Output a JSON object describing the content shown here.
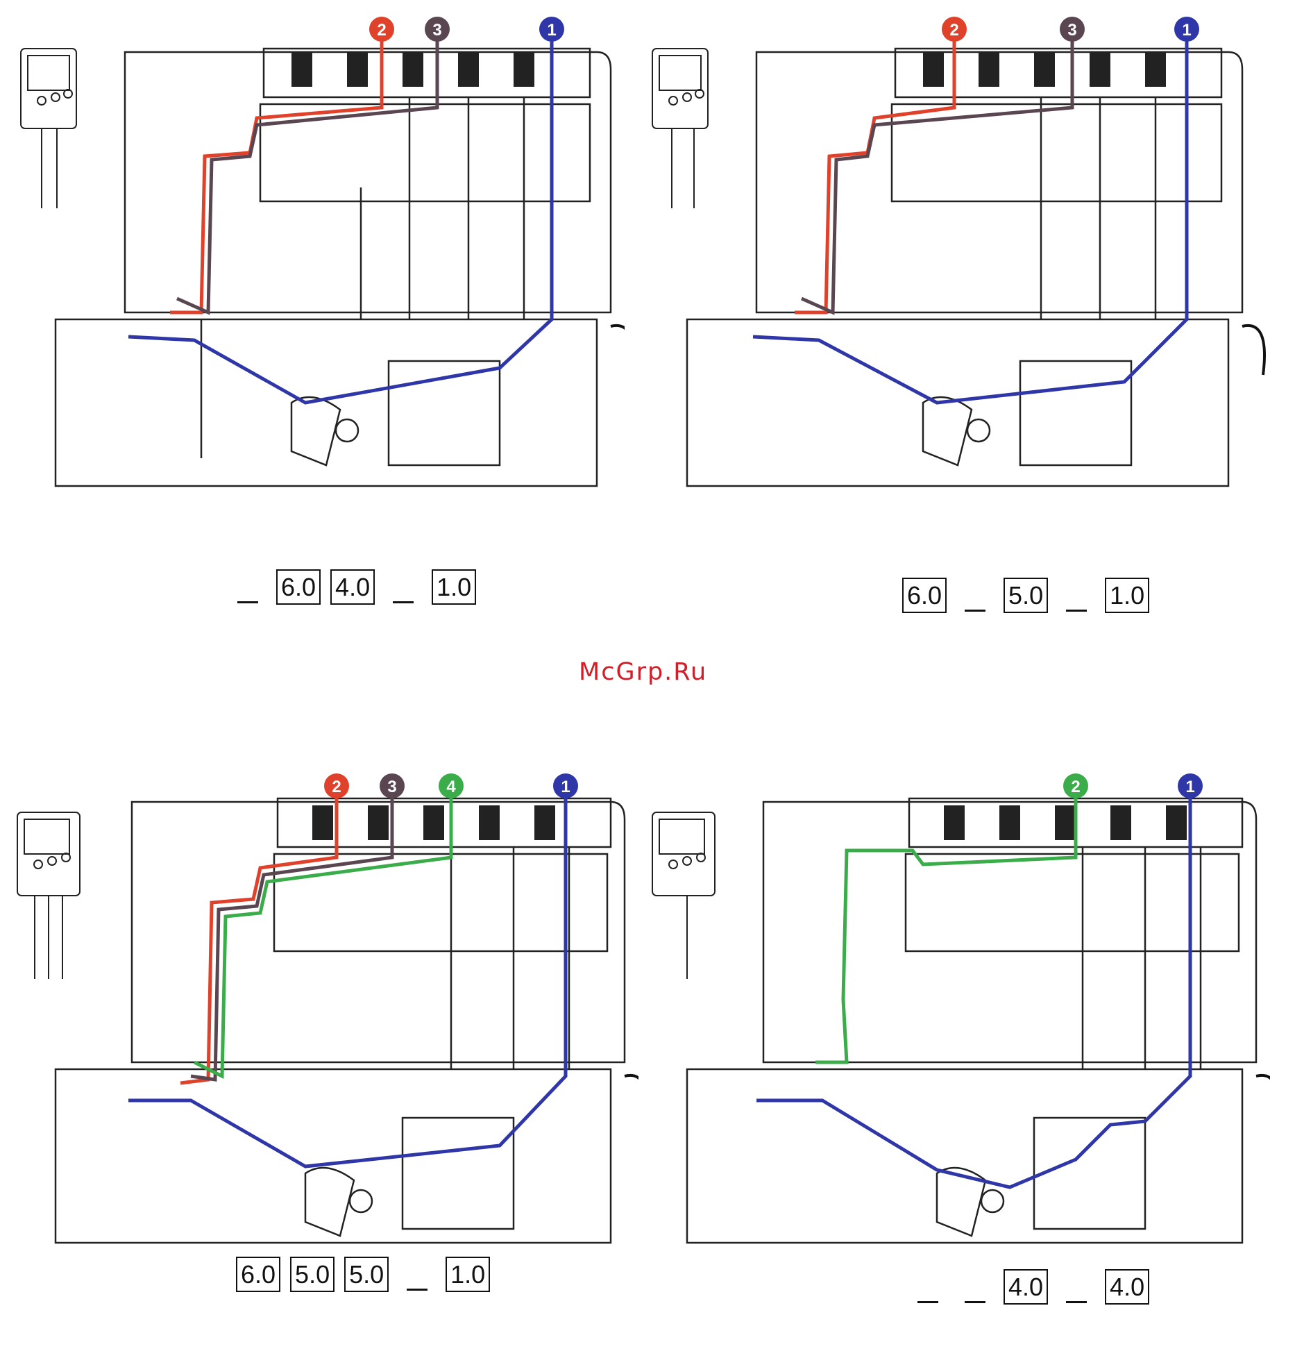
{
  "watermark": "McGrp.Ru",
  "colors": {
    "thread_red": "#e0412b",
    "thread_dark": "#5a4650",
    "thread_blue": "#2e36a8",
    "thread_green": "#3aac4a",
    "outline": "#222222"
  },
  "panels": [
    {
      "spools": [
        {
          "label": "2",
          "color": "#e0412b"
        },
        {
          "label": "3",
          "color": "#5a4650"
        },
        {
          "label": "1",
          "color": "#2e36a8"
        }
      ],
      "needles": 2,
      "tension": [
        "_",
        "6.0",
        "4.0",
        "_",
        "1.0"
      ]
    },
    {
      "spools": [
        {
          "label": "2",
          "color": "#e0412b"
        },
        {
          "label": "3",
          "color": "#5a4650"
        },
        {
          "label": "1",
          "color": "#2e36a8"
        }
      ],
      "needles": 2,
      "tension": [
        "6.0",
        "_",
        "5.0",
        "_",
        "1.0"
      ]
    },
    {
      "spools": [
        {
          "label": "2",
          "color": "#e0412b"
        },
        {
          "label": "3",
          "color": "#5a4650"
        },
        {
          "label": "4",
          "color": "#3aac4a"
        },
        {
          "label": "1",
          "color": "#2e36a8"
        }
      ],
      "needles": 3,
      "tension": [
        "6.0",
        "5.0",
        "5.0",
        "_",
        "1.0"
      ]
    },
    {
      "spools": [
        {
          "label": "2",
          "color": "#3aac4a"
        },
        {
          "label": "1",
          "color": "#2e36a8"
        }
      ],
      "needles": 1,
      "tension": [
        "_",
        "_",
        "4.0",
        "_",
        "4.0"
      ]
    }
  ]
}
